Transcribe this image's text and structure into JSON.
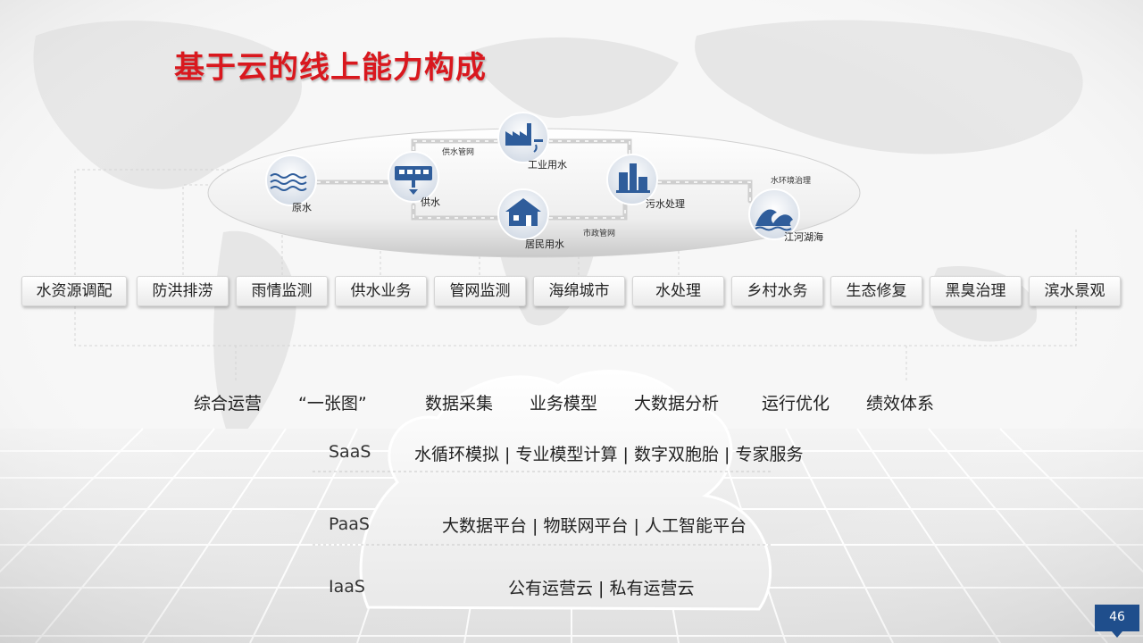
{
  "title": "基于云的线上能力构成",
  "flow_nodes": [
    {
      "label": "原水",
      "icon": "water-wave-icon"
    },
    {
      "label": "供水",
      "icon": "water-supply-icon"
    },
    {
      "label": "工业用水",
      "icon": "factory-icon"
    },
    {
      "label": "居民用水",
      "icon": "house-icon"
    },
    {
      "label": "污水处理",
      "icon": "treatment-plant-icon"
    },
    {
      "label": "江河湖海",
      "icon": "sea-wave-icon"
    }
  ],
  "flow_links": [
    "供水管网",
    "市政管网",
    "水环境治理"
  ],
  "categories": [
    "水资源调配",
    "防洪排涝",
    "雨情监测",
    "供水业务",
    "管网监测",
    "海绵城市",
    "水处理",
    "乡村水务",
    "生态修复",
    "黑臭治理",
    "滨水景观"
  ],
  "capabilities": [
    "综合运营",
    "“一张图”",
    "数据采集",
    "业务模型",
    "大数据分析",
    "运行优化",
    "绩效体系"
  ],
  "layers": [
    {
      "name": "SaaS",
      "content": "水循环模拟 | 专业模型计算 | 数字双胞胎 | 专家服务"
    },
    {
      "name": "PaaS",
      "content": "大数据平台 | 物联网平台 | 人工智能平台"
    },
    {
      "name": "IaaS",
      "content": "公有运营云 | 私有运营云"
    }
  ],
  "page_number": "46",
  "colors": {
    "title": "#d9181e",
    "icon": "#2f5d9b",
    "page_badge": "#1f4e8c"
  }
}
